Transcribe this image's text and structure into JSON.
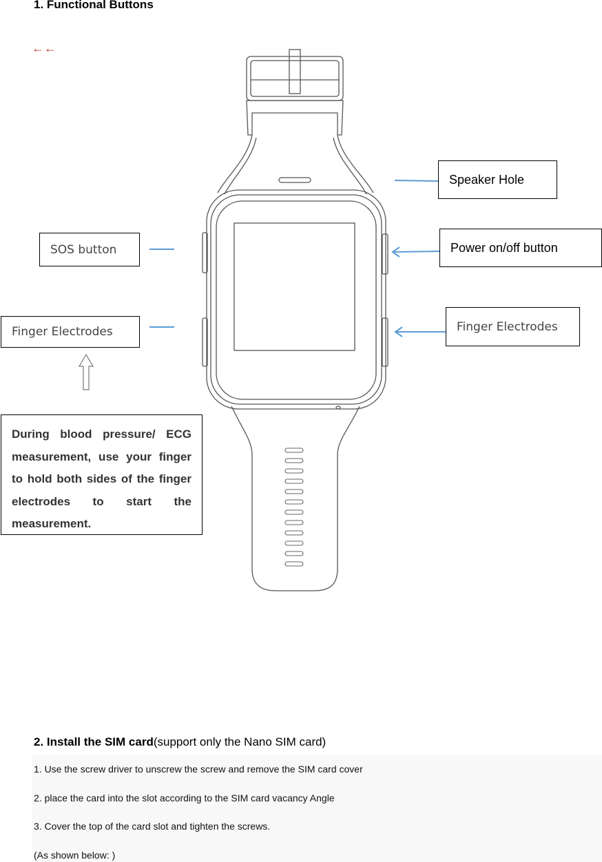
{
  "section1": {
    "heading": "1. Functional Buttons",
    "arrow_marks": "←←"
  },
  "callouts": {
    "speaker_hole": "Speaker Hole",
    "power_button": "Power on/off button",
    "sos_button": "SOS button",
    "finger_electrodes_left": "Finger Electrodes",
    "finger_electrodes_right": "Finger Electrodes",
    "ecg_note": "During blood pressure/ ECG measurement, use your finger to hold both sides of the finger electrodes to start the measurement."
  },
  "section2": {
    "heading_bold": "2. Install the SIM card",
    "heading_rest": "(support only the Nano SIM card)",
    "steps": [
      "1. Use the screw driver to unscrew the screw and remove the SIM card cover",
      "2. place the card into the slot according to the SIM card vacancy Angle",
      "3. Cover the top of the card slot and tighten the screws.",
      "(As shown below: )"
    ]
  },
  "colors": {
    "leader_line": "#5b9bd5",
    "arrow_marks": "#c0392b"
  }
}
